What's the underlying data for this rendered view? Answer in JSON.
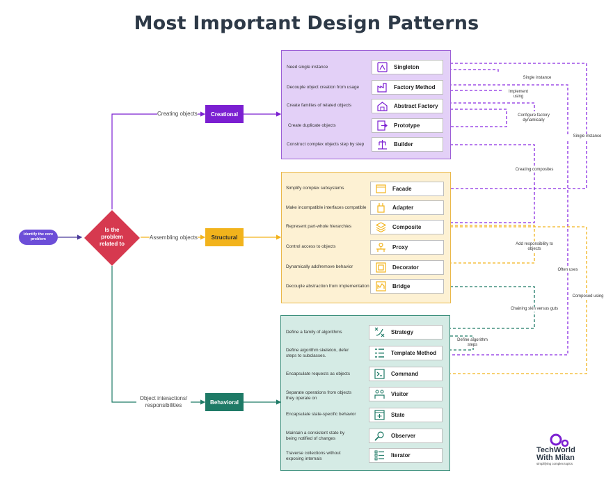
{
  "title": "Most Important Design Patterns",
  "start": {
    "label": "Identify the core problem"
  },
  "decision": {
    "label": "Is the problem related to"
  },
  "edges": {
    "creational": "Creating objects",
    "structural": "Assembling objects",
    "behavioral": "Object interactions/ responsibilities"
  },
  "categories": [
    {
      "name": "Creational",
      "color": "#7b1fd1",
      "panel_bg": "#e3d0f7",
      "panel_border": "#9c5fd6"
    },
    {
      "name": "Structural",
      "color": "#f2b31c",
      "panel_bg": "#fdf1d3",
      "panel_border": "#eab84a"
    },
    {
      "name": "Behavioral",
      "color": "#1e7a66",
      "panel_bg": "#d5ebe5",
      "panel_border": "#3c8f7c"
    }
  ],
  "creational": [
    {
      "desc": "Need single instance",
      "label": "Singleton",
      "icon": "singleton-icon"
    },
    {
      "desc": "Decouple object creation from usage",
      "label": "Factory Method",
      "icon": "factory-icon"
    },
    {
      "desc": "Create families of related objects",
      "label": "Abstract Factory",
      "icon": "abstract-factory-icon"
    },
    {
      "desc": "Create duplicate objects",
      "label": "Prototype",
      "icon": "prototype-icon"
    },
    {
      "desc": "Construct complex objects step by step",
      "label": "Builder",
      "icon": "builder-icon"
    }
  ],
  "structural": [
    {
      "desc": "Simplify complex subsystems",
      "label": "Facade",
      "icon": "facade-icon"
    },
    {
      "desc": "Make incompatible interfaces compatible",
      "label": "Adapter",
      "icon": "adapter-icon"
    },
    {
      "desc": "Represent part-whole hierarchies",
      "label": "Composite",
      "icon": "composite-icon"
    },
    {
      "desc": "Control access to objects",
      "label": "Proxy",
      "icon": "proxy-icon"
    },
    {
      "desc": "Dynamically add/remove behavior",
      "label": "Decorator",
      "icon": "decorator-icon"
    },
    {
      "desc": "Decouple abstraction from implementation",
      "label": "Bridge",
      "icon": "bridge-icon"
    }
  ],
  "behavioral": [
    {
      "desc": "Define a family of algorithms",
      "label": "Strategy",
      "icon": "strategy-icon"
    },
    {
      "desc": "Define algorithm skeleton, defer steps to subclasses.",
      "label": "Template Method",
      "icon": "template-method-icon"
    },
    {
      "desc": "Encapsulate requests as objects",
      "label": "Command",
      "icon": "command-icon"
    },
    {
      "desc": "Separate operations from objects they operate on",
      "label": "Visitor",
      "icon": "visitor-icon"
    },
    {
      "desc": "Encapsulate state-specific behavior",
      "label": "State",
      "icon": "state-icon"
    },
    {
      "desc": "Maintain a consistent state by being notified of changes",
      "label": "Observer",
      "icon": "observer-icon"
    },
    {
      "desc": "Traverse collections without exposing internals",
      "label": "Iterator",
      "icon": "iterator-icon"
    }
  ],
  "relationships": {
    "single_instance_1": "Single instance",
    "implement_using": "Implement using",
    "configure_factory": "Configure factory dynamically",
    "single_instance_2": "Single instance",
    "creating_composites": "Creating composites",
    "add_responsibility": "Add responsibility to objects",
    "often_uses": "Often uses",
    "composed_using": "Composed using",
    "chaining": "Chaining skin versus guts",
    "define_steps": "Define algorithm steps"
  },
  "brand": {
    "name": "TechWorld With Milan",
    "tagline": "simplifying complex topics"
  },
  "colors": {
    "purple": "#8a2be2",
    "yellow": "#f2b31c",
    "teal": "#1e7a66",
    "diamond": "#d6394f",
    "start": "#6c4ed8"
  }
}
